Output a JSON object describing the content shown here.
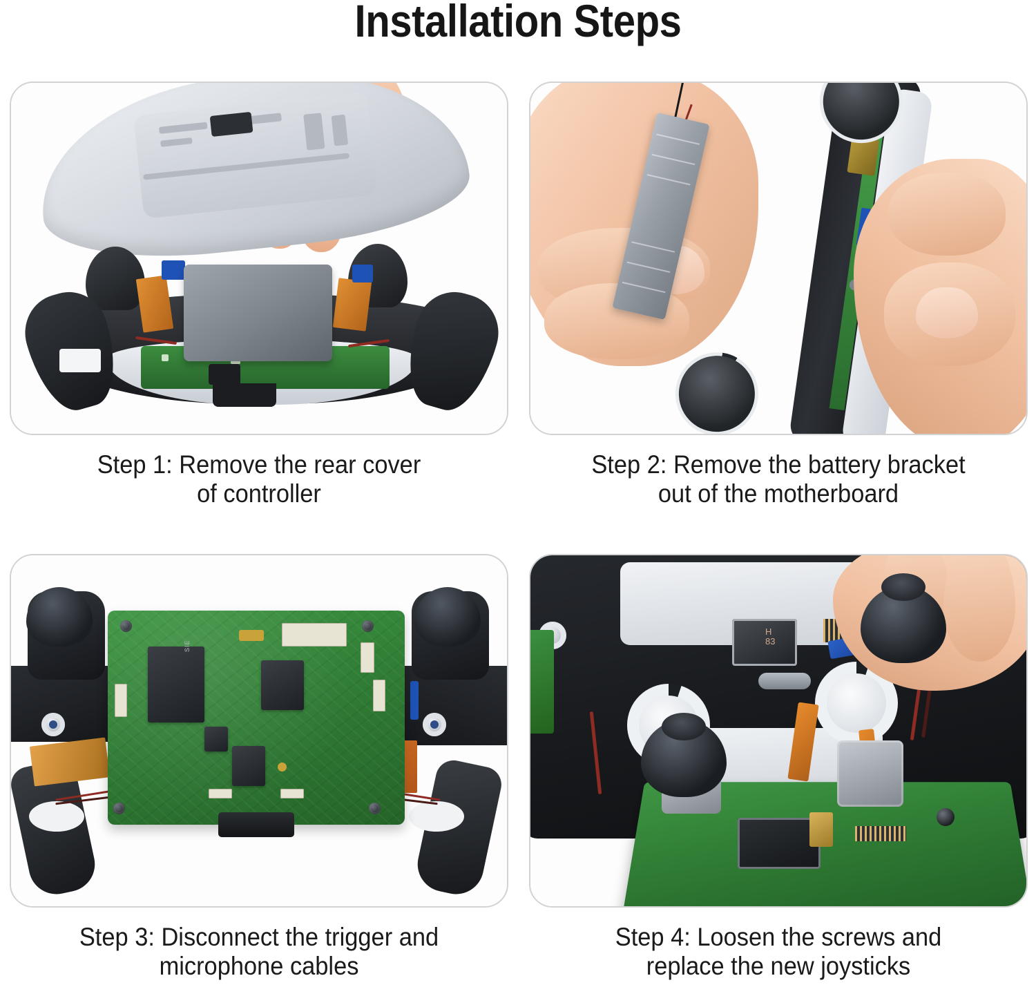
{
  "page": {
    "title": "Installation Steps",
    "background_color": "#ffffff",
    "text_color": "#1a1a1a",
    "panel_border_color": "#d2d2d2"
  },
  "steps": [
    {
      "id": "step-1",
      "caption": "Step 1: Remove the rear cover\nof controller",
      "image_alt": "Hand lifting the light-gray rear cover off a game controller, exposing the black internal frame, gray battery pack and green circuit board",
      "scene": {
        "subject": "game-controller-rear-cover",
        "background": "#fdfdfd",
        "colors": {
          "cover": "#d8dce2",
          "chassis": "#1d1f22",
          "battery": "#7e848c",
          "pcb": "#2f7a35",
          "ribbon": "#d4761f",
          "skin": "#f2c2a4"
        }
      }
    },
    {
      "id": "step-2",
      "caption": "Step 2: Remove the battery bracket\nout of the motherboard",
      "image_alt": "Two hands holding the controller on its side while pulling the long gray battery bracket away from the motherboard; a thin black and red wire trails from the bracket",
      "scene": {
        "subject": "battery-bracket-removal",
        "background": "#fdfdfd",
        "colors": {
          "bracket": "#9aa0a8",
          "chassis": "#202226",
          "shell": "#f3f5f8",
          "pcb": "#46a04a",
          "wire_black": "#18181a",
          "wire_red": "#8e2b22",
          "skin": "#f2c2a4"
        }
      }
    },
    {
      "id": "step-3",
      "caption": "Step 3: Disconnect the trigger and\nmicrophone cables",
      "image_alt": "Top-down view of the exposed green motherboard inside the controller showing the SIE main chip, ribbon connectors, screws, red motor wires and both analog stick modules",
      "scene": {
        "subject": "controller-motherboard-top-view",
        "background": "#fdfdfd",
        "chip_labels": [
          "SIE"
        ],
        "colors": {
          "pcb": "#2f7a35",
          "chip": "#1d2024",
          "connector": "#e8e4d4",
          "ribbon_gold": "#a9701f",
          "ribbon_orange": "#b2551a",
          "wire_red": "#8e2b22",
          "chassis": "#16181b"
        }
      }
    },
    {
      "id": "step-4",
      "caption": "Step 4: Loosen the screws and\nreplace the new joysticks",
      "image_alt": "Fingers lowering a new black thumbstick cap onto an analog stick module while the green board with USB-C port and a second installed joystick sit in the opened controller housing",
      "scene": {
        "subject": "joystick-replacement",
        "background": "#fdfdfd",
        "chip_labels": [
          "H",
          "83"
        ],
        "colors": {
          "thumbstick": "#1a1d21",
          "gear_ring": "#eef1f4",
          "module": "#82888f",
          "pcb": "#2d7832",
          "ribbon": "#b0601a",
          "wire_red": "#8e2b22",
          "accent_blue": "#13398c",
          "skin": "#f0bf9f"
        }
      }
    }
  ]
}
